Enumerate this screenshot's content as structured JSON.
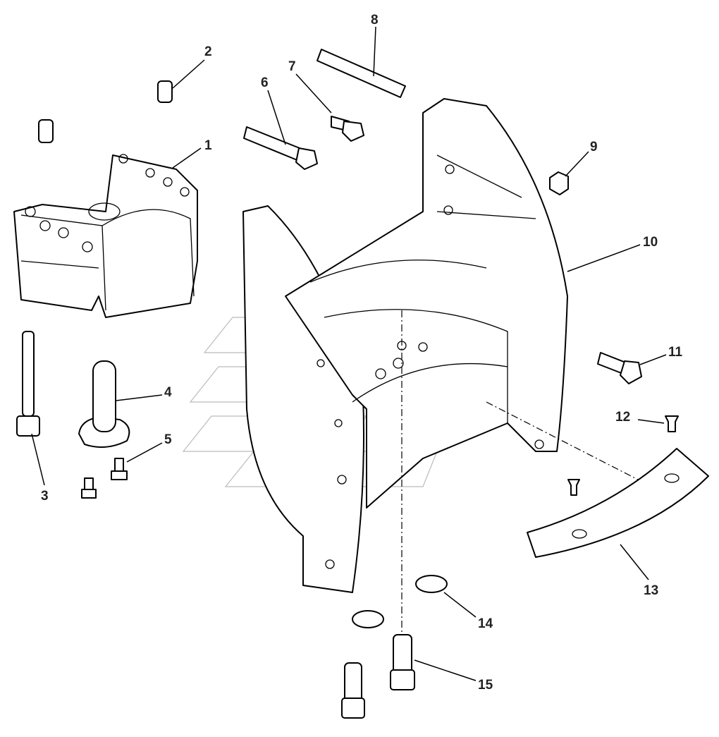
{
  "diagram": {
    "type": "exploded-parts-view",
    "callouts": [
      "1",
      "2",
      "3",
      "4",
      "5",
      "6",
      "7",
      "8",
      "9",
      "10",
      "11",
      "12",
      "13",
      "14",
      "15"
    ]
  }
}
